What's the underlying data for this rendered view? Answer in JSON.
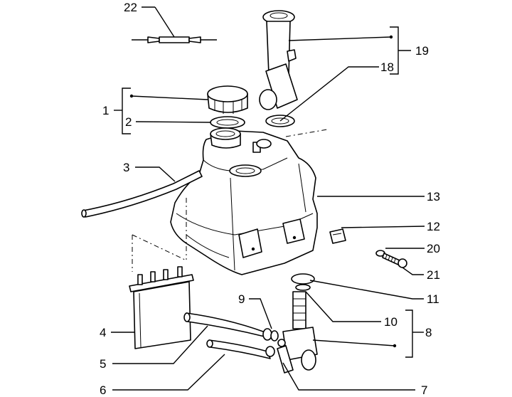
{
  "callouts": {
    "c1": "1",
    "c2": "2",
    "c3": "3",
    "c4": "4",
    "c5": "5",
    "c6": "6",
    "c7": "7",
    "c8": "8",
    "c9": "9",
    "c10": "10",
    "c11": "11",
    "c12": "12",
    "c13": "13",
    "c18": "18",
    "c19": "19",
    "c20": "20",
    "c21": "21",
    "c22": "22"
  }
}
